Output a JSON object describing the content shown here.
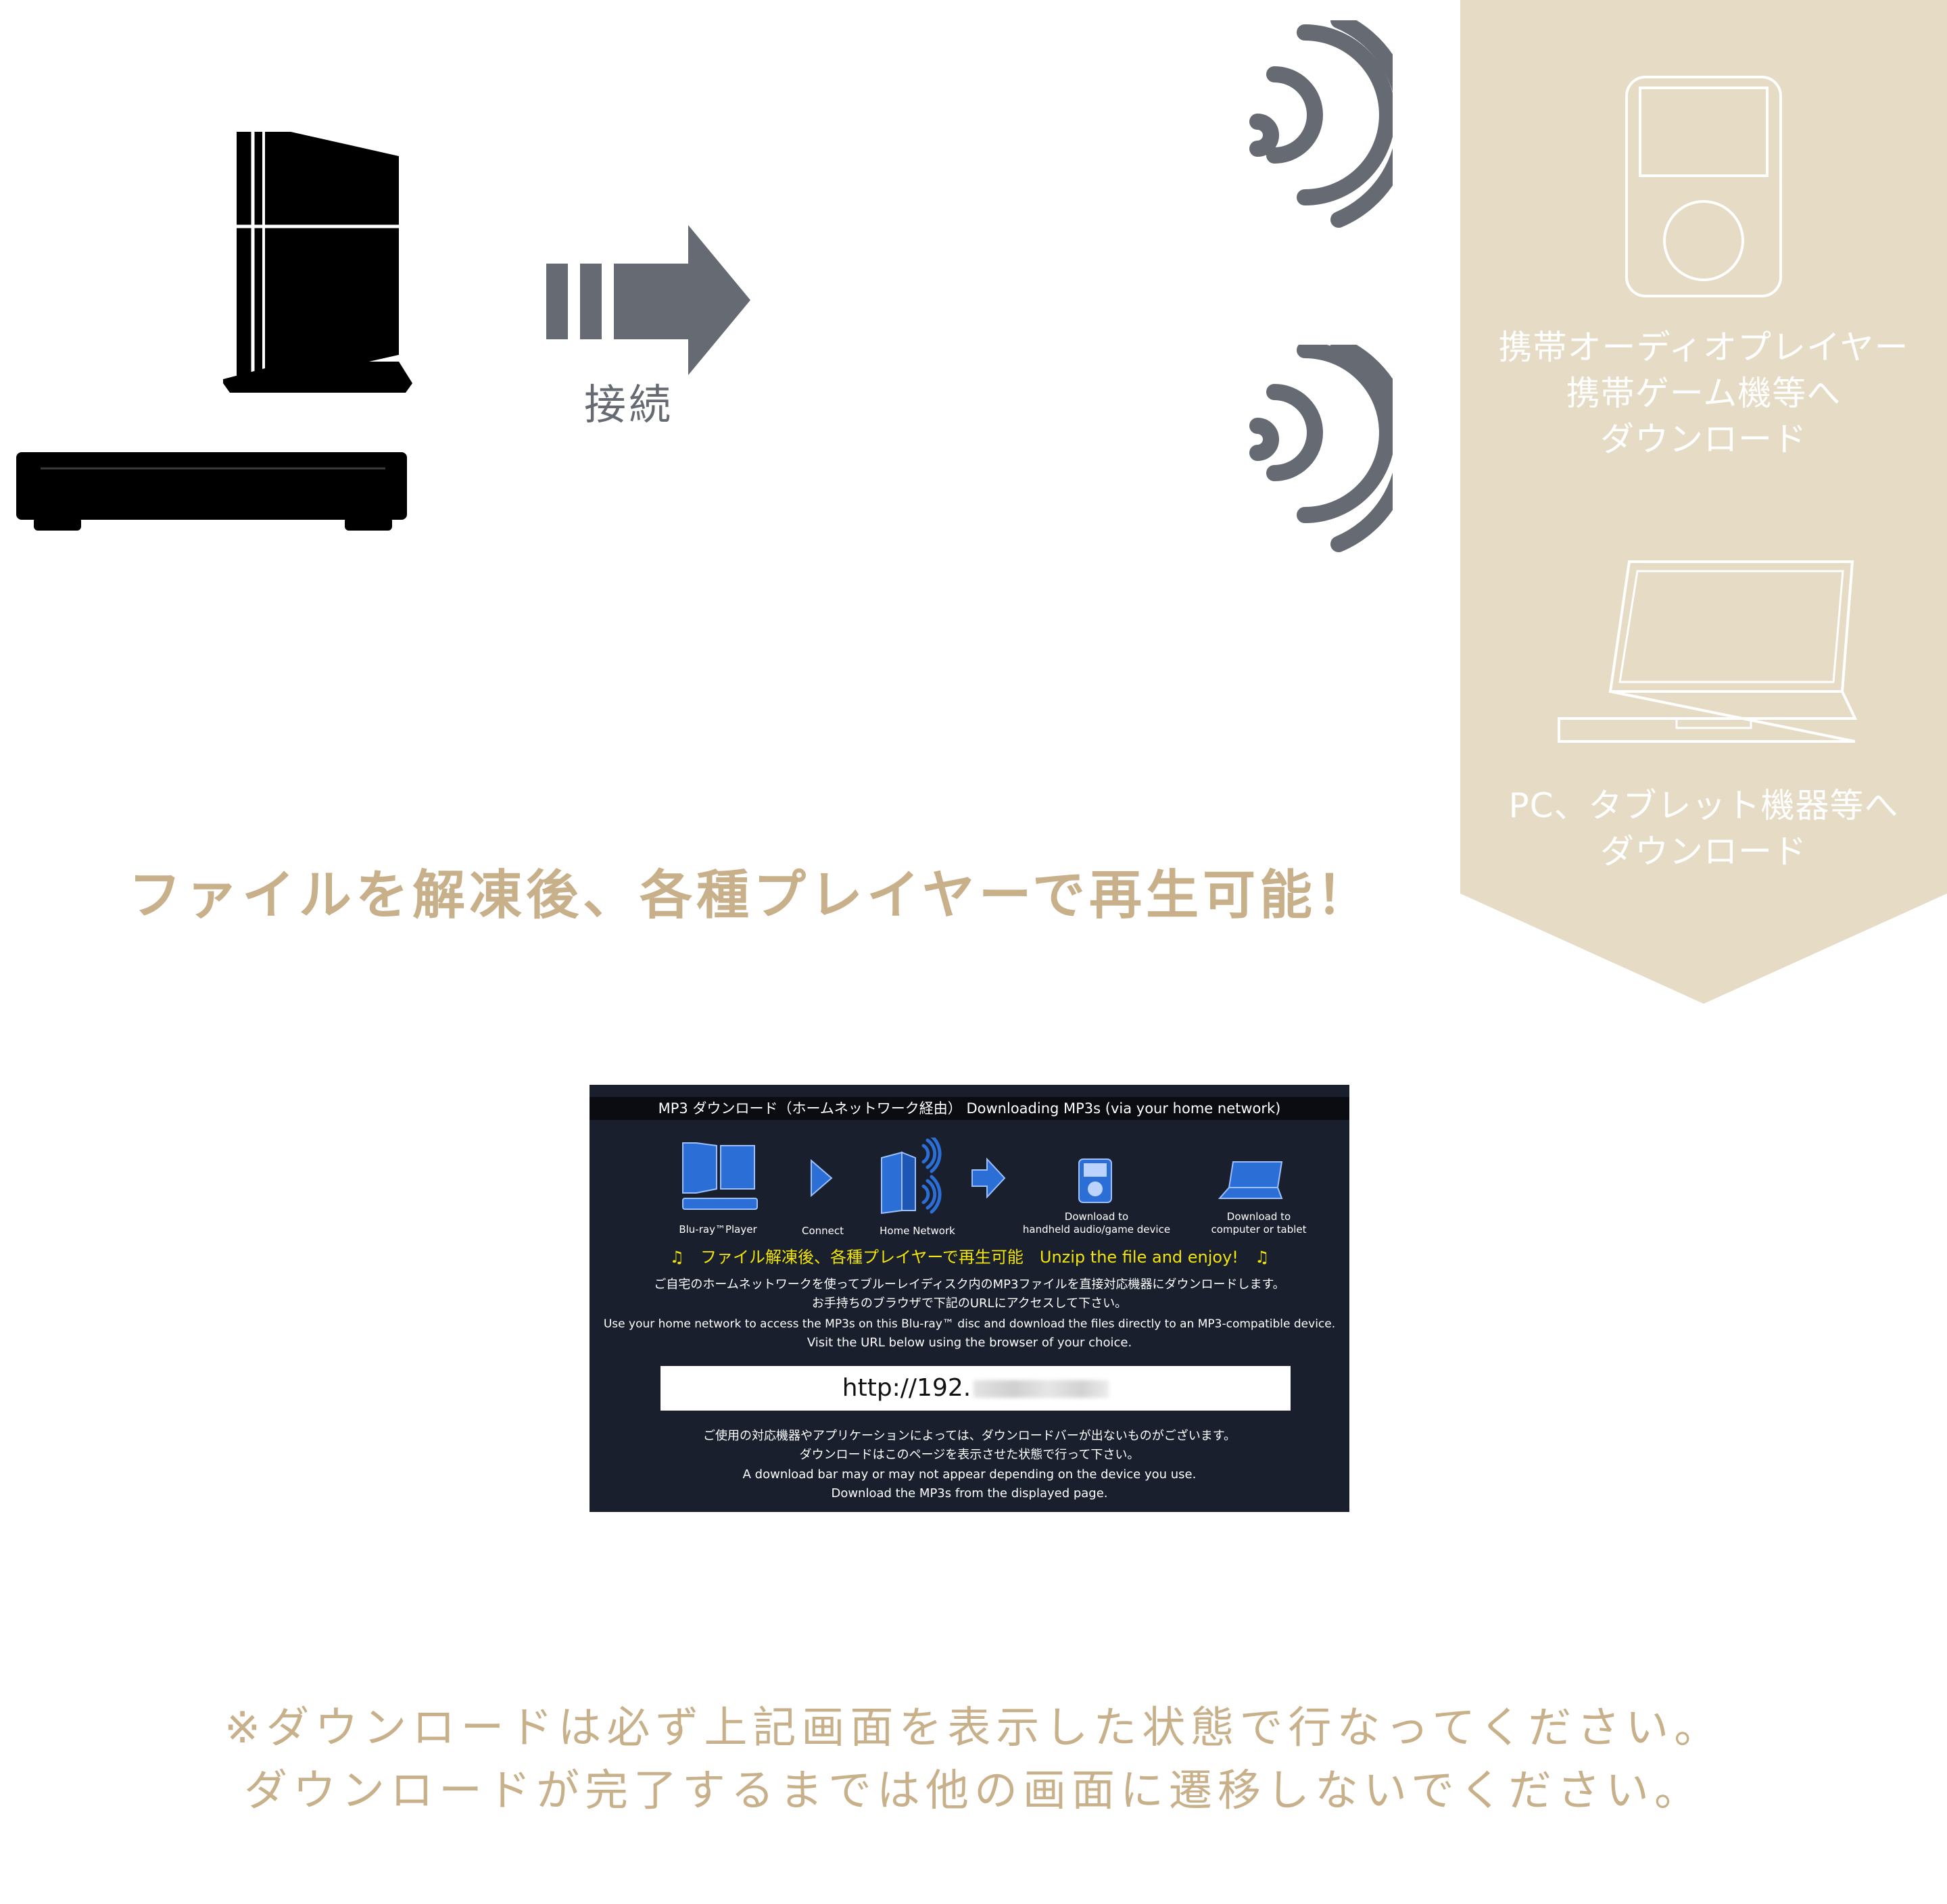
{
  "connect_label": "接続",
  "headline": "ファイルを解凍後、各種プレイヤーで再生可能！",
  "banner": {
    "audio_lines": [
      "携帯オーディオプレイヤー",
      "携帯ゲーム機等へ",
      "ダウンロード"
    ],
    "pc_lines": [
      "PC、タブレット機器等へ",
      "ダウンロード"
    ]
  },
  "panel": {
    "header": "MP3 ダウンロード（ホームネットワーク経由）  Downloading MP3s (via your home network)",
    "captions": {
      "player": "Blu-ray™Player",
      "connect": "Connect",
      "network": "Home Network",
      "handheld_1": "Download to",
      "handheld_2": "handheld audio/game device",
      "computer_1": "Download to",
      "computer_2": "computer or tablet"
    },
    "tag_jp": "ファイル解凍後、各種プレイヤーで再生可能",
    "tag_en": "Unzip the file and enjoy!",
    "lines_top": [
      "ご自宅のホームネットワークを使ってブルーレイディスク内のMP3ファイルを直接対応機器にダウンロードします。",
      "お手持ちのブラウザで下記のURLにアクセスして下さい。",
      "Use your home network to access the MP3s on this Blu-ray™ disc and download the files directly to an MP3-compatible device.",
      "Visit the URL below using the browser of your choice."
    ],
    "url_visible": "http://192.",
    "lines_bottom": [
      "ご使用の対応機器やアプリケーションによっては、ダウンロードバーが出ないものがございます。",
      "ダウンロードはこのページを表示させた状態で行って下さい。",
      "A download bar may or may not appear depending on the device you use.",
      "Download the MP3s from the displayed page."
    ]
  },
  "notes": [
    "※ダウンロードは必ず上記画面を表示した状態で行なってください。",
    "ダウンロードが完了するまでは他の画面に遷移しないでください。"
  ],
  "colors": {
    "banner": "#e6dbc4",
    "gold_text": "#c7b08a",
    "arrow_gray": "#666a72",
    "panel_bg": "#1a1f2e",
    "icon_blue": "#2b6fd6",
    "tag_yellow": "#f0e40a"
  }
}
